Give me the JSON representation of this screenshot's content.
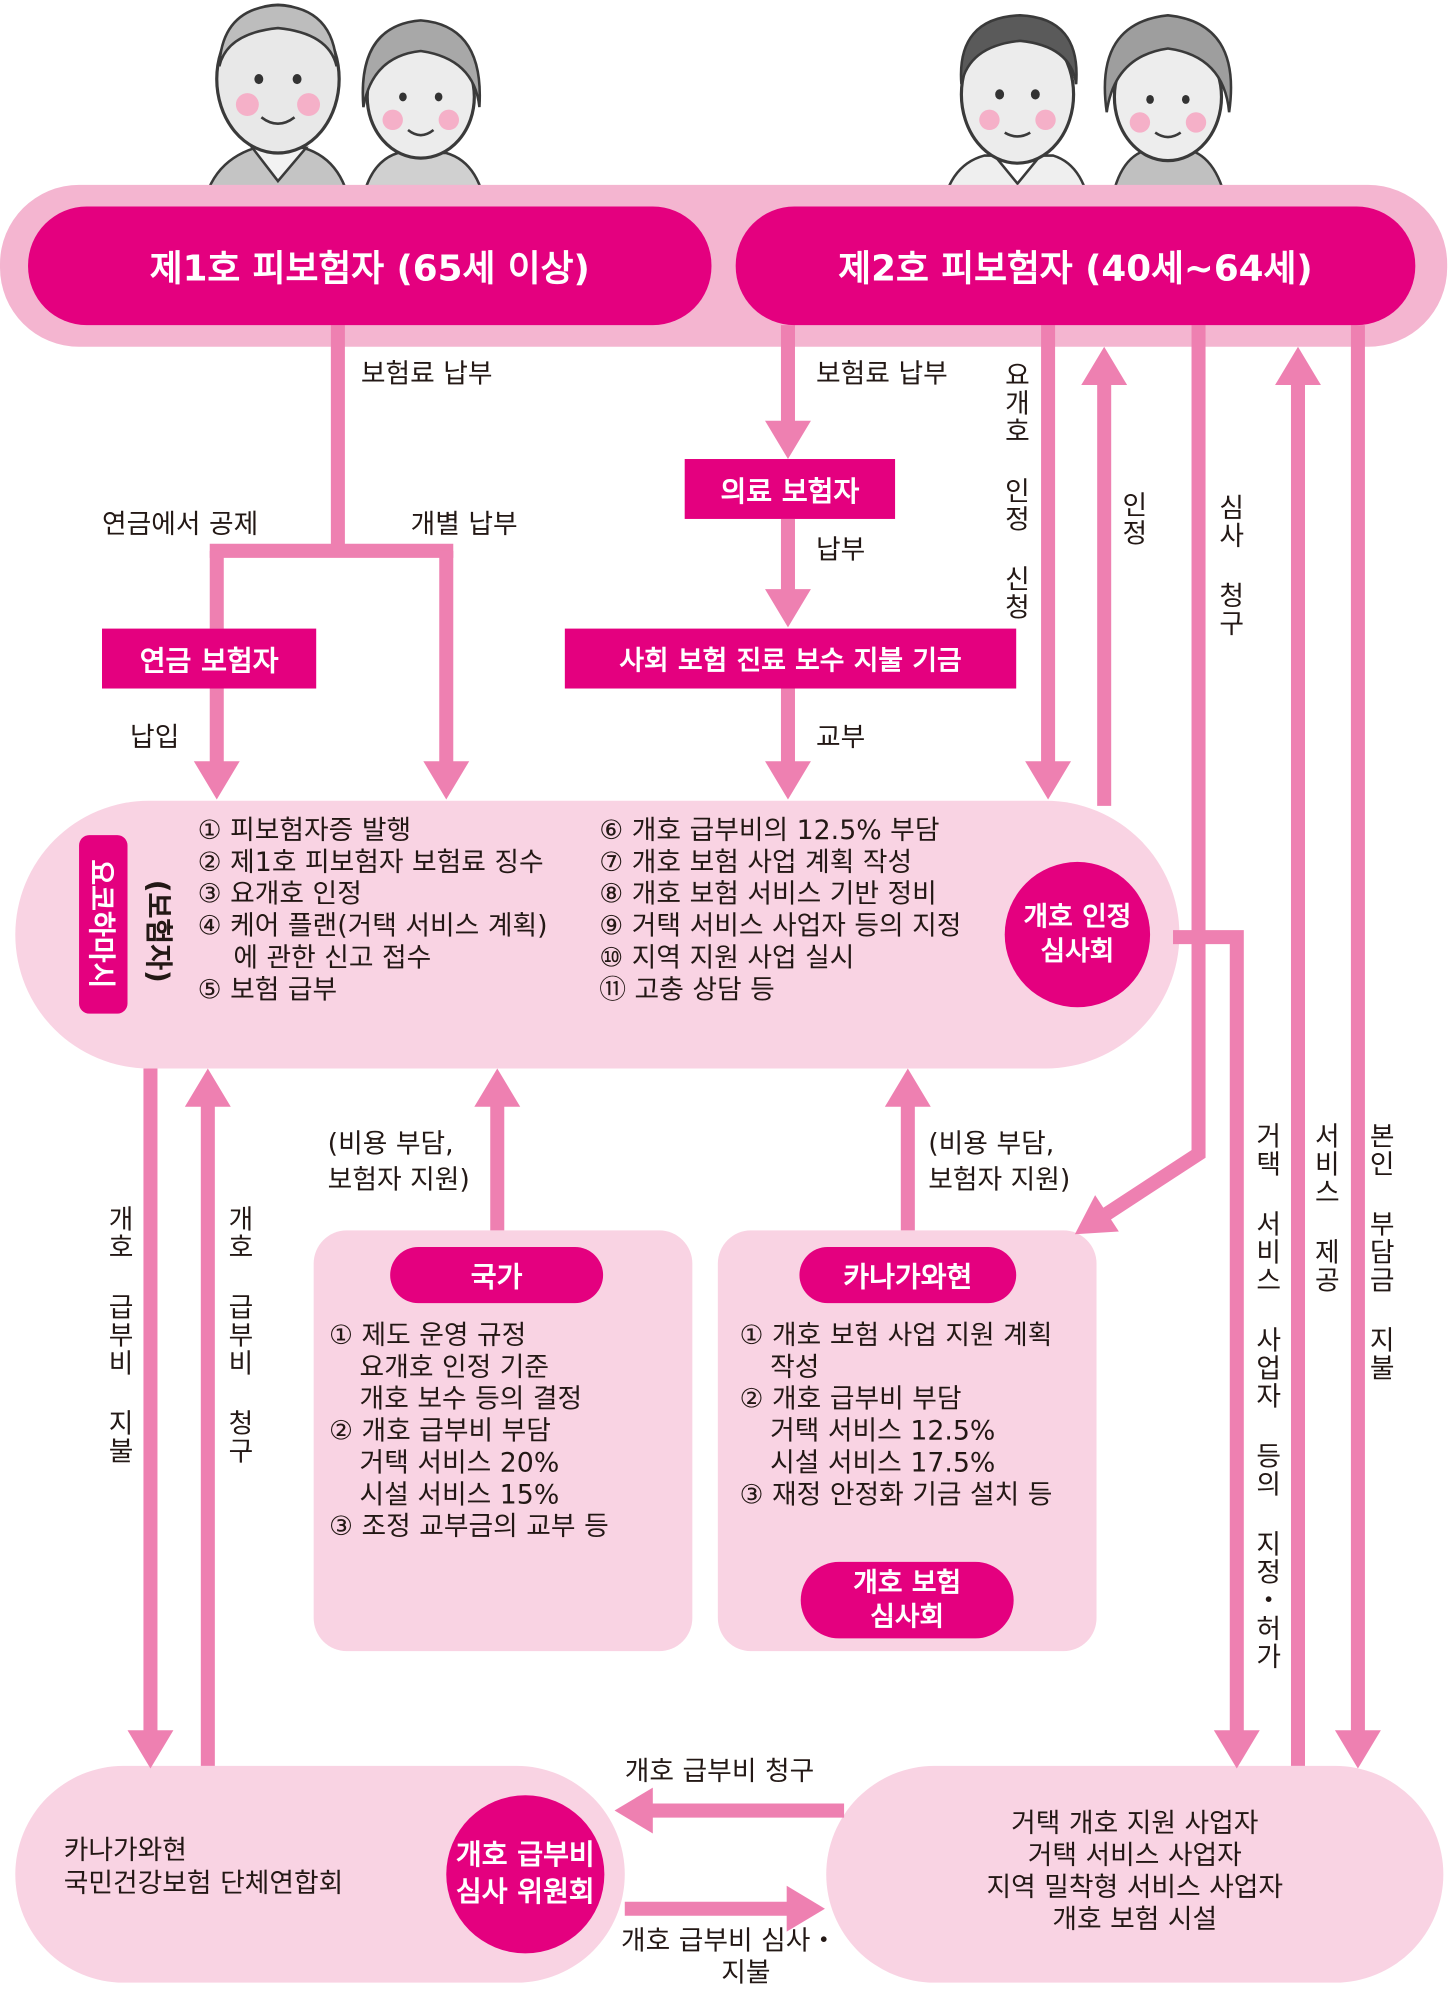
{
  "colors": {
    "magenta": "#E4007F",
    "band": "#F4B5D0",
    "panel": "#F9D3E3",
    "arrow": "#EE80B1",
    "text": "#231815"
  },
  "insured": {
    "first": "제1호 피보험자 (65세 이상)",
    "second": "제2호 피보험자 (40세~64세)"
  },
  "first_route": {
    "premium": "보험료 납부",
    "pension_deduction": "연금에서 공제",
    "individual_payment": "개별 납부",
    "pension_insurer": "연금 보험자",
    "deposit": "납입"
  },
  "second_route": {
    "premium": "보험료 납부",
    "medical_insurer": "의료 보험자",
    "payment": "납부",
    "fund": "사회 보험 진료 보수 지불 기금",
    "grant": "교부",
    "care_application": "요개호 인정 신청",
    "certification": "인정",
    "review_request": "심사 청구",
    "service_provision": "서비스 제공",
    "copayment": "본인 부담금 지불"
  },
  "city": {
    "name": "요코하마시",
    "role": "(보험자)",
    "duties_left": [
      "① 피보험자증 발행",
      "② 제1호 피보험자 보험료 징수",
      "③ 요개호 인정",
      "④ 케어 플랜(거택 서비스 계획)",
      "에 관한 신고 접수",
      "⑤ 보험 급부"
    ],
    "duties_right": [
      "⑥ 개호 급부비의 12.5% 부담",
      "⑦ 개호 보험 사업 계획 작성",
      "⑧ 개호 보험 서비스 기반 정비",
      "⑨ 거택 서비스 사업자 등의 지정",
      "⑩ 지역 지원 사업 실시",
      "⑪ 고충 상담 등"
    ],
    "committee": [
      "개호 인정",
      "심사회"
    ],
    "designation": "거택 서비스 사업자 등의 지정・허가",
    "benefit_payment": "개호 급부비 지불",
    "benefit_claim": "개호 급부비 청구"
  },
  "state": {
    "name": "국가",
    "support": [
      "(비용 부담,",
      "보험자 지원)"
    ],
    "roles": [
      "① 제도 운영 규정",
      "요개호 인정 기준",
      "개호 보수 등의 결정",
      "② 개호 급부비 부담",
      "거택 서비스 20%",
      "시설 서비스 15%",
      "③ 조정 교부금의 교부 등"
    ]
  },
  "prefecture": {
    "name": "카나가와현",
    "support": [
      "(비용 부담,",
      "보험자 지원)"
    ],
    "roles": [
      "① 개호 보험 사업 지원 계획",
      "작성",
      "② 개호 급부비 부담",
      "거택 서비스 12.5%",
      "시설 서비스 17.5%",
      "③ 재정 안정화 기금 설치 등"
    ],
    "council": [
      "개호 보험",
      "심사회"
    ]
  },
  "federation": {
    "name": [
      "카나가와현",
      "국민건강보험 단체연합회"
    ],
    "committee": [
      "개호 급부비",
      "심사 위원회"
    ]
  },
  "providers": {
    "list": [
      "거택 개호 지원 사업자",
      "거택 서비스 사업자",
      "지역 밀착형 서비스 사업자",
      "개호 보험 시설"
    ]
  },
  "settlement": {
    "claim": "개호 급부비 청구",
    "review_payment": [
      "개호 급부비 심사・",
      "지불"
    ]
  }
}
